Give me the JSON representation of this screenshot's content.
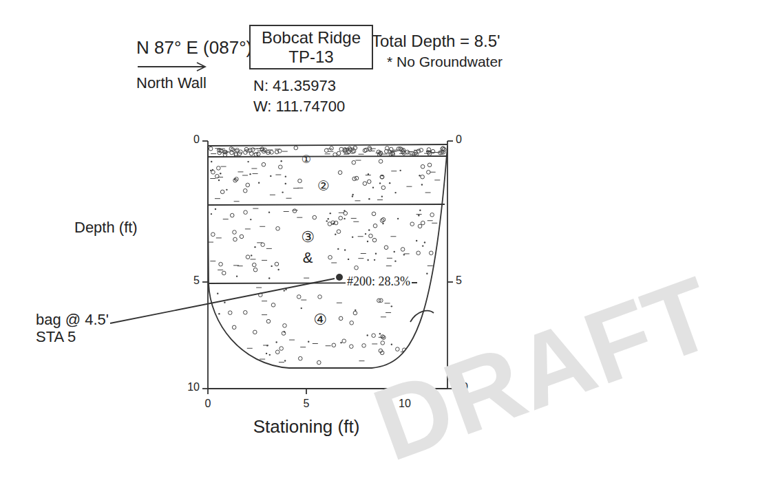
{
  "diagram": {
    "nodes": [
      {
        "text": [
          "Bobcat Ridge TP-13"
        ]
      }
    ],
    "labels": [
      "N 87° E (087°)",
      "North Wall",
      "N: 41.35973",
      "W: 111.74700",
      "Total Depth = 8.5'",
      "* No Groundwater",
      "Depth (ft)",
      "0",
      "5",
      "10",
      "0",
      "5",
      "10",
      "①",
      "②",
      "③",
      "&",
      "#200: 28.3%",
      "④",
      "bag @ 4.5' STA 5",
      "0",
      "5",
      "10",
      "Stationing (ft)",
      "DRAFT"
    ]
  }
}
